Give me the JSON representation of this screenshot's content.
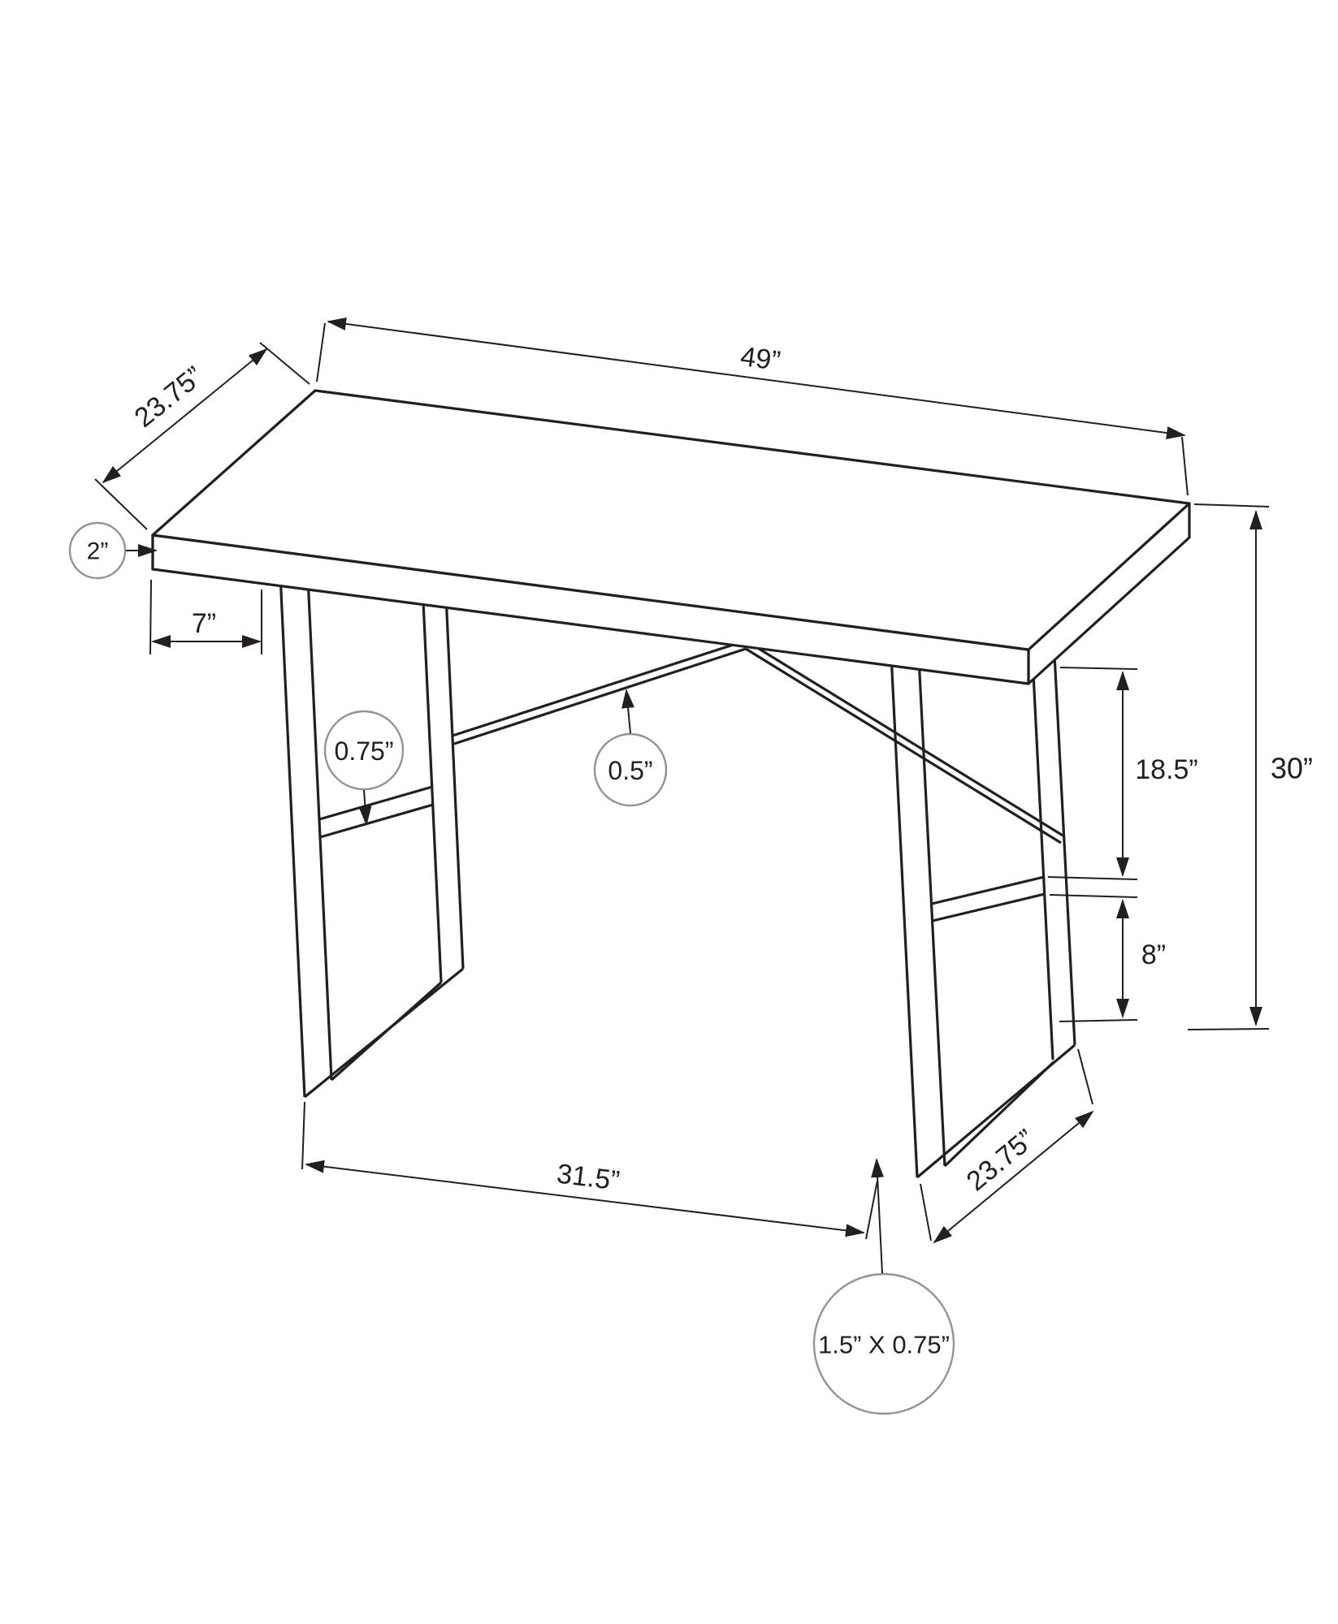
{
  "page": {
    "background": "#ffffff",
    "line_color": "#231f20",
    "circle_color": "#919396"
  },
  "diagram": {
    "subject": "desk technical dimension drawing",
    "view": "isometric line drawing",
    "labels": {
      "top_depth": "23.75”",
      "top_width": "49”",
      "top_thickness": "2”",
      "overhang": "7”",
      "shelf_thickness": "0.75”",
      "brace_thickness": "0.5”",
      "shelf_from_top": "18.5”",
      "overall_height": "30”",
      "shelf_to_floor": "8”",
      "leg_span": "31.5”",
      "leg_depth": "23.75”",
      "tube_size": "1.5” X 0.75”"
    }
  }
}
